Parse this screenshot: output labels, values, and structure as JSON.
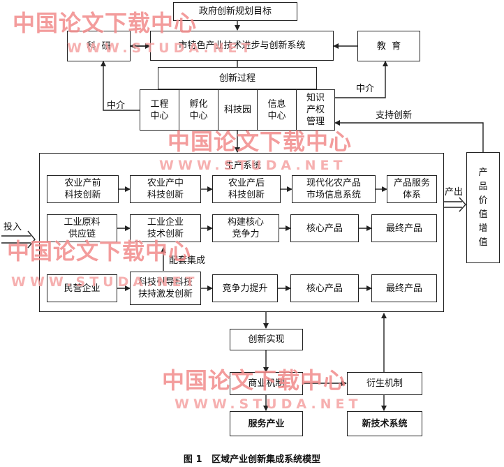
{
  "watermark": {
    "brand": "中国论文下载中心",
    "url": "WWW.STUDA.NET"
  },
  "top": {
    "government_goal": "政府创新规划目标",
    "research": "科  研",
    "city_system": "市特色产业技术进步与创新系统",
    "education": "教  育"
  },
  "innovation_process": {
    "title": "创新过程",
    "items": [
      "工程\n中心",
      "孵化\n中心",
      "科技园",
      "信息\n中心",
      "知识\n产权\n管理"
    ]
  },
  "arrow_labels": {
    "intermediary_left": "中介",
    "intermediary_right": "中介",
    "support_innovation": "支持创新",
    "output": "产出",
    "input": "投入",
    "matching_integration": "配套集成"
  },
  "production_system": {
    "title": "生产系统",
    "row1": [
      "农业产前\n科技创新",
      "农业产中\n科技创新",
      "农业产后\n科技创新",
      "现代化农产品\n市场信息系统",
      "产品服务\n体系"
    ],
    "row2": [
      "工业原料\n供应链",
      "工业企业\n技术创新",
      "构建核心\n竞争力",
      "核心产品",
      "最终产品"
    ],
    "row3": [
      "民营企业",
      "科技引导科技\n扶持激发创新",
      "竞争力提升",
      "核心产品",
      "最终产品"
    ]
  },
  "value_added": "产\n品\n价\n值\n增\n值",
  "bottom": {
    "realization": "创新实现",
    "commercial": "商业机制",
    "derivative": "衍生机制",
    "service_industry": "服务产业",
    "new_tech": "新技术系统"
  },
  "caption": "图 1   区域产业创新集成系统模型"
}
